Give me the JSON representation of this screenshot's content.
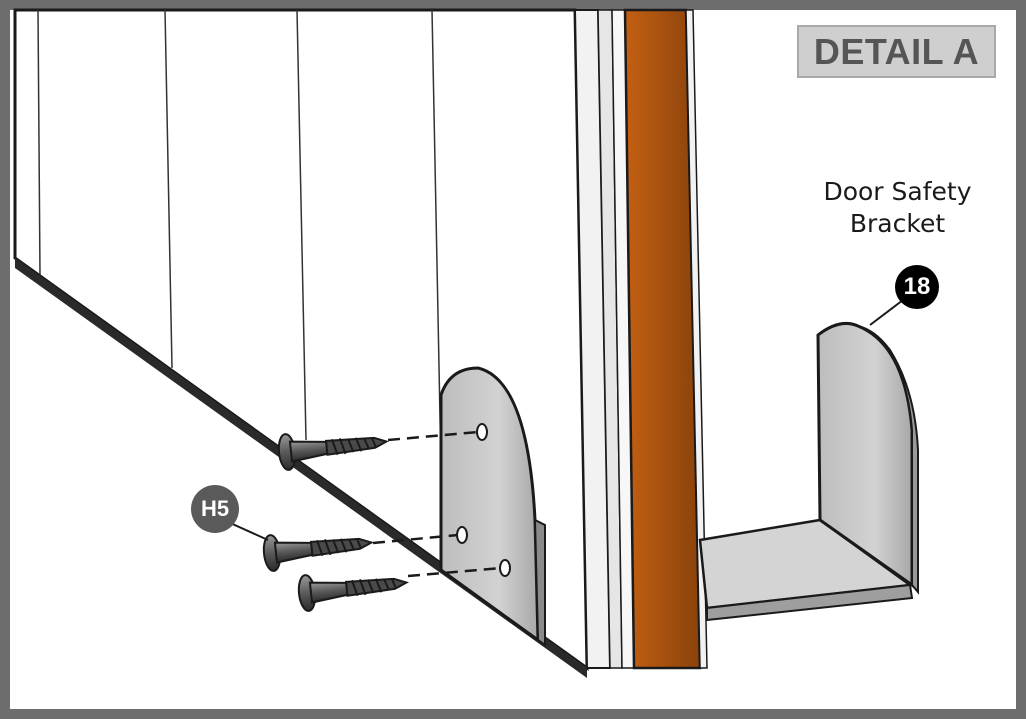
{
  "detail": {
    "title": "DETAIL A"
  },
  "bracket": {
    "caption_line1": "Door Safety",
    "caption_line2": "Bracket",
    "part_number": "18"
  },
  "screw": {
    "part_code": "H5",
    "count": 3
  },
  "colors": {
    "frame": "#6d6d6d",
    "door_edge_wood": "#a6510f",
    "bracket_fill": "#c8c8c8",
    "title_box": "#cfcfcf"
  }
}
